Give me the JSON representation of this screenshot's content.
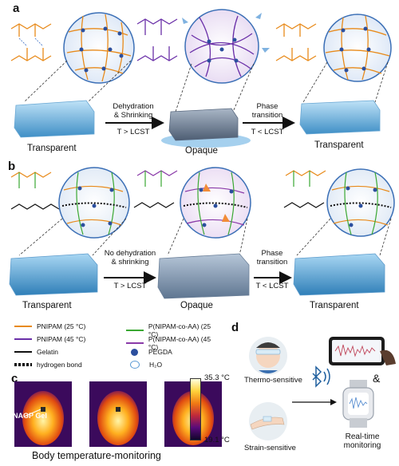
{
  "panel_a": {
    "label": "a",
    "arrow1_text": [
      "Dehydration",
      "& Shrinking",
      "T > LCST"
    ],
    "arrow2_text": [
      "Phase",
      "transition",
      "T < LCST"
    ],
    "state_left": "Transparent",
    "state_mid": "Opaque",
    "state_right": "Transparent"
  },
  "panel_b": {
    "label": "b",
    "arrow1_text": [
      "No dehydration",
      "& shrinking",
      "T > LCST"
    ],
    "arrow2_text": [
      "Phase",
      "transition",
      "T < LCST"
    ],
    "state_left": "Transparent",
    "state_mid": "Opaque",
    "state_right": "Transparent"
  },
  "legend": {
    "items_left": [
      "PNIPAM (25 °C)",
      "PNIPAM (45 °C)",
      "Gelatin",
      "hydrogen bond"
    ],
    "items_right": [
      "P(NIPAM-co-AA) (25 °C)",
      "P(NIPAM-co-AA) (45 °C)",
      "PEGDA",
      "H₂O"
    ],
    "colors": {
      "pnipam25": "#e88a1a",
      "pnipam45": "#6a2fa8",
      "gelatin": "#111111",
      "hbond": "#111111",
      "copoly25": "#3aa832",
      "copoly45": "#8a3aa8",
      "pegda": "#2b4f9e",
      "h2o": "#5b9bd5"
    }
  },
  "panel_c": {
    "label": "c",
    "gel_label": "NAGP Gel",
    "scale_max": "35.3 °C",
    "scale_min": "19.1 °C",
    "caption": "Body temperature-monitoring"
  },
  "panel_d": {
    "label": "d",
    "thermo": "Thermo-sensitive",
    "strain": "Strain-sensitive",
    "amp": "&",
    "monitor": [
      "Real-time",
      "monitoring"
    ]
  }
}
